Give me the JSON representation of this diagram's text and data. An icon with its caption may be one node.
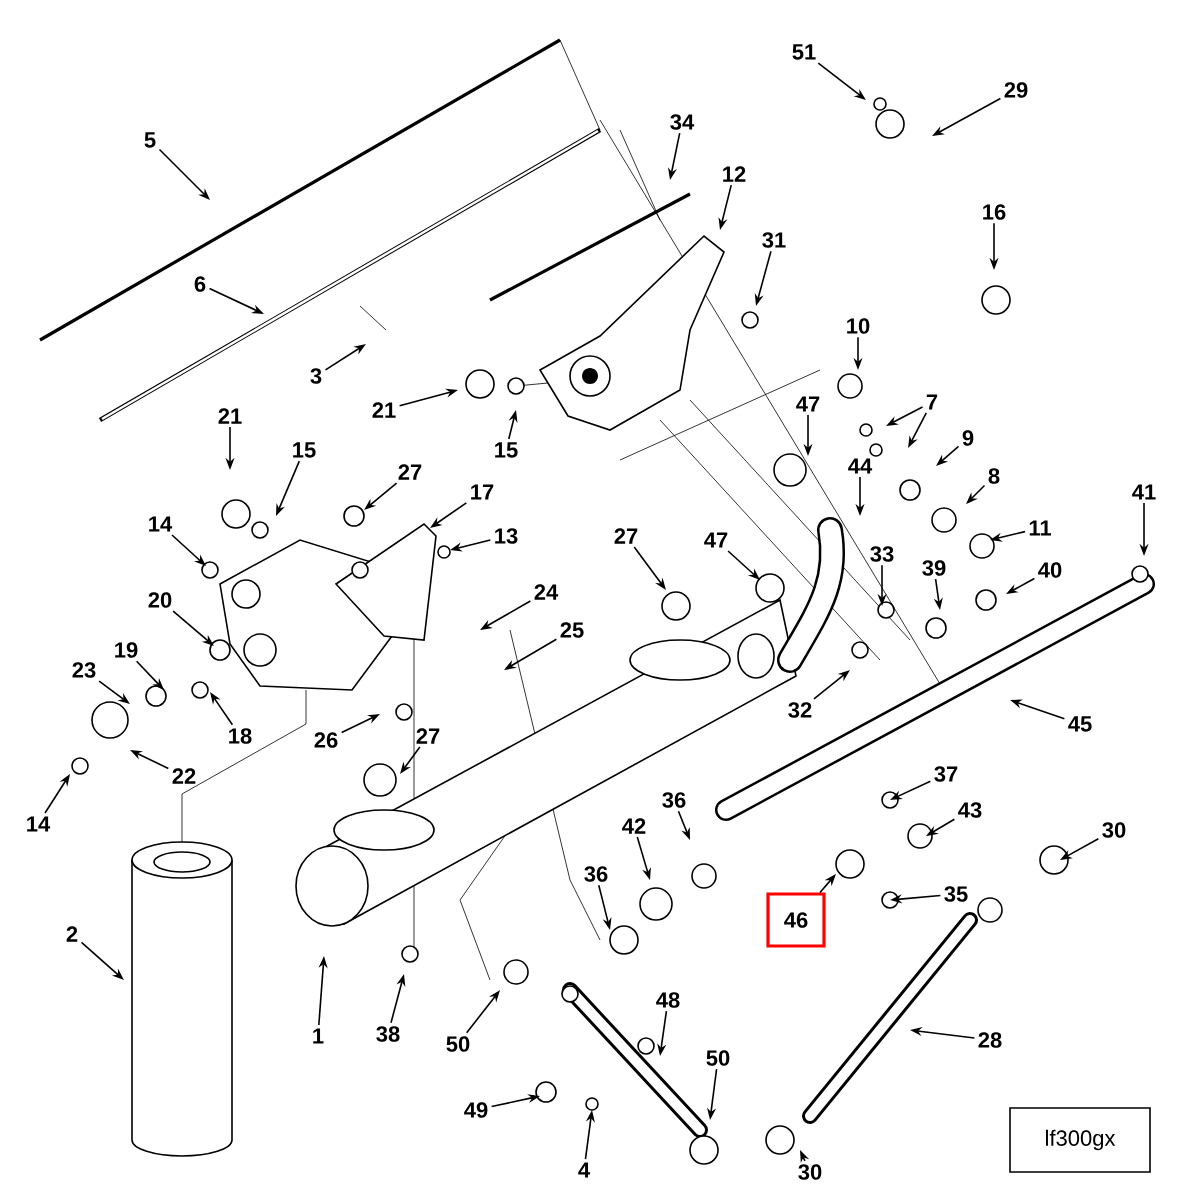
{
  "diagram": {
    "nodes": [
      {
        "text": [
          "51"
        ]
      },
      {
        "text": [
          "29"
        ]
      },
      {
        "text": [
          "5"
        ]
      },
      {
        "text": [
          "34"
        ]
      },
      {
        "text": [
          "12"
        ]
      },
      {
        "text": [
          "16"
        ]
      },
      {
        "text": [
          "6"
        ]
      },
      {
        "text": [
          "31"
        ]
      },
      {
        "text": [
          "3"
        ]
      },
      {
        "text": [
          "10"
        ]
      },
      {
        "text": [
          "21"
        ]
      },
      {
        "text": [
          "7"
        ]
      },
      {
        "text": [
          "47"
        ]
      },
      {
        "text": [
          "21"
        ]
      },
      {
        "text": [
          "9"
        ]
      },
      {
        "text": [
          "15"
        ]
      },
      {
        "text": [
          "15"
        ]
      },
      {
        "text": [
          "27"
        ]
      },
      {
        "text": [
          "17"
        ]
      },
      {
        "text": [
          "44"
        ]
      },
      {
        "text": [
          "8"
        ]
      },
      {
        "text": [
          "41"
        ]
      },
      {
        "text": [
          "14"
        ]
      },
      {
        "text": [
          "13"
        ]
      },
      {
        "text": [
          "27"
        ]
      },
      {
        "text": [
          "47"
        ]
      },
      {
        "text": [
          "11"
        ]
      },
      {
        "text": [
          "33"
        ]
      },
      {
        "text": [
          "39"
        ]
      },
      {
        "text": [
          "40"
        ]
      },
      {
        "text": [
          "20"
        ]
      },
      {
        "text": [
          "24"
        ]
      },
      {
        "text": [
          "25"
        ]
      },
      {
        "text": [
          "19"
        ]
      },
      {
        "text": [
          "23"
        ]
      },
      {
        "text": [
          "18"
        ]
      },
      {
        "text": [
          "32"
        ]
      },
      {
        "text": [
          "45"
        ]
      },
      {
        "text": [
          "26"
        ]
      },
      {
        "text": [
          "27"
        ]
      },
      {
        "text": [
          "22"
        ]
      },
      {
        "text": [
          "37"
        ]
      },
      {
        "text": [
          "43"
        ]
      },
      {
        "text": [
          "14"
        ]
      },
      {
        "text": [
          "30"
        ]
      },
      {
        "text": [
          "36"
        ]
      },
      {
        "text": [
          "42"
        ]
      },
      {
        "text": [
          "35"
        ]
      },
      {
        "text": [
          "36"
        ]
      },
      {
        "text": [
          "46"
        ]
      },
      {
        "text": [
          "2"
        ]
      },
      {
        "text": [
          "48"
        ]
      },
      {
        "text": [
          "1"
        ]
      },
      {
        "text": [
          "38"
        ]
      },
      {
        "text": [
          "50"
        ]
      },
      {
        "text": [
          "28"
        ]
      },
      {
        "text": [
          "50"
        ]
      },
      {
        "text": [
          "49"
        ]
      },
      {
        "text": [
          "30"
        ]
      },
      {
        "text": [
          "4"
        ]
      },
      {
        "text": [
          "lf300gx"
        ]
      }
    ],
    "edges": [
      {
        "from": 0,
        "to": null,
        "arrow": "to"
      },
      {
        "from": 1,
        "to": null,
        "arrow": "to"
      },
      {
        "from": 2,
        "to": null,
        "arrow": "to"
      },
      {
        "from": 3,
        "to": null,
        "arrow": "to"
      },
      {
        "from": 4,
        "to": null,
        "arrow": "to"
      },
      {
        "from": 5,
        "to": null,
        "arrow": "to"
      },
      {
        "from": 6,
        "to": null,
        "arrow": "to"
      },
      {
        "from": 7,
        "to": null,
        "arrow": "to"
      },
      {
        "from": 8,
        "to": null,
        "arrow": "to"
      },
      {
        "from": 9,
        "to": null,
        "arrow": "to"
      },
      {
        "from": 10,
        "to": null,
        "arrow": "to"
      },
      {
        "from": 11,
        "to": null,
        "arrow": "to"
      },
      {
        "from": 11,
        "to": null,
        "arrow": "to"
      },
      {
        "from": 12,
        "to": null,
        "arrow": "to"
      },
      {
        "from": 13,
        "to": null,
        "arrow": "to"
      },
      {
        "from": 14,
        "to": null,
        "arrow": "to"
      },
      {
        "from": 15,
        "to": null,
        "arrow": "to"
      },
      {
        "from": 16,
        "to": null,
        "arrow": "to"
      },
      {
        "from": 17,
        "to": null,
        "arrow": "to"
      },
      {
        "from": 18,
        "to": null,
        "arrow": "to"
      },
      {
        "from": 19,
        "to": null,
        "arrow": "to"
      },
      {
        "from": 20,
        "to": null,
        "arrow": "to"
      },
      {
        "from": 21,
        "to": null,
        "arrow": "to"
      },
      {
        "from": 22,
        "to": null,
        "arrow": "to"
      },
      {
        "from": 23,
        "to": null,
        "arrow": "to"
      },
      {
        "from": 24,
        "to": null,
        "arrow": "to"
      },
      {
        "from": 25,
        "to": null,
        "arrow": "to"
      },
      {
        "from": 26,
        "to": null,
        "arrow": "to"
      },
      {
        "from": 27,
        "to": null,
        "arrow": "to"
      },
      {
        "from": 28,
        "to": null,
        "arrow": "to"
      },
      {
        "from": 29,
        "to": null,
        "arrow": "to"
      },
      {
        "from": 30,
        "to": null,
        "arrow": "to"
      },
      {
        "from": 31,
        "to": null,
        "arrow": "to"
      },
      {
        "from": 32,
        "to": null,
        "arrow": "to"
      },
      {
        "from": 33,
        "to": null,
        "arrow": "to"
      },
      {
        "from": 34,
        "to": null,
        "arrow": "to"
      },
      {
        "from": 35,
        "to": null,
        "arrow": "to"
      },
      {
        "from": 36,
        "to": null,
        "arrow": "to"
      },
      {
        "from": 37,
        "to": null,
        "arrow": "to"
      },
      {
        "from": 38,
        "to": null,
        "arrow": "to"
      },
      {
        "from": 39,
        "to": null,
        "arrow": "to"
      },
      {
        "from": 40,
        "to": null,
        "arrow": "to"
      },
      {
        "from": 41,
        "to": null,
        "arrow": "to"
      },
      {
        "from": 42,
        "to": null,
        "arrow": "to"
      },
      {
        "from": 43,
        "to": null,
        "arrow": "to"
      },
      {
        "from": 44,
        "to": null,
        "arrow": "to"
      },
      {
        "from": 45,
        "to": null,
        "arrow": "to"
      },
      {
        "from": 46,
        "to": null,
        "arrow": "to"
      },
      {
        "from": 47,
        "to": null,
        "arrow": "to"
      },
      {
        "from": 48,
        "to": null,
        "arrow": "to"
      },
      {
        "from": 49,
        "to": null,
        "arrow": "to"
      },
      {
        "from": 50,
        "to": null,
        "arrow": "to"
      },
      {
        "from": 51,
        "to": null,
        "arrow": "to"
      },
      {
        "from": 52,
        "to": null,
        "arrow": "to"
      },
      {
        "from": 53,
        "to": null,
        "arrow": "to"
      },
      {
        "from": 54,
        "to": null,
        "arrow": "to"
      },
      {
        "from": 55,
        "to": null,
        "arrow": "to"
      },
      {
        "from": 56,
        "to": null,
        "arrow": "to"
      },
      {
        "from": 57,
        "to": null,
        "arrow": "to"
      },
      {
        "from": 58,
        "to": null,
        "arrow": "to"
      },
      {
        "from": 59,
        "to": null,
        "arrow": "to"
      }
    ]
  }
}
